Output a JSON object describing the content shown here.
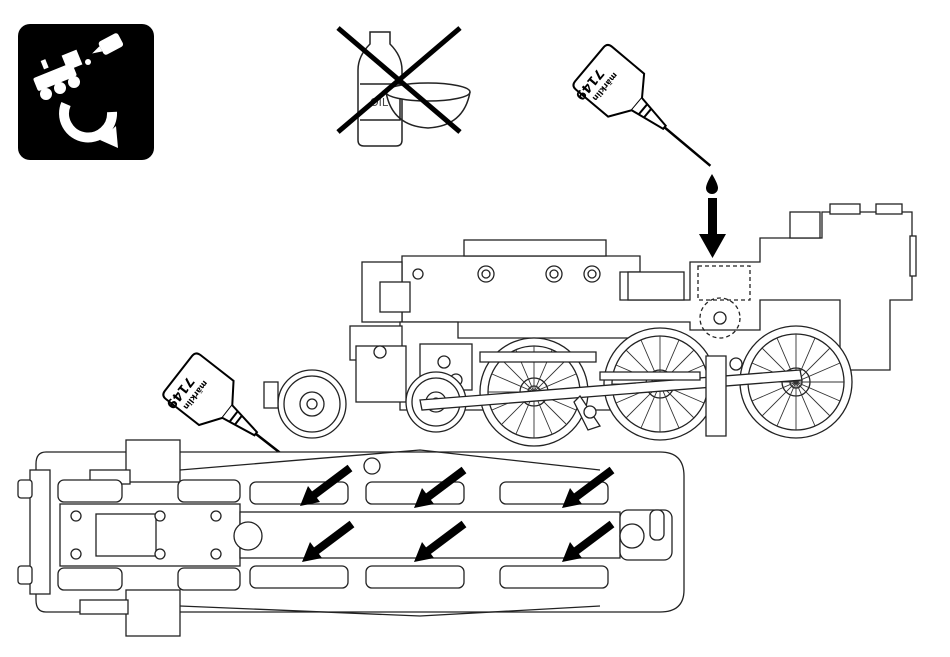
{
  "icons": {
    "service_icon": "locomotive-maintenance-cycle-icon",
    "no_oil_icon": "no-household-oil-icon",
    "oiler_icon": "precision-oiler-icon",
    "oil_drop_icon": "oil-drop-icon",
    "arrow_icon": "arrow-icon"
  },
  "labels": {
    "oil_bottle_text": "OIL",
    "oiler_top_number": "7149",
    "oiler_top_brand": "märklin",
    "oiler_bottom_number": "7149",
    "oiler_bottom_brand": "märklin"
  },
  "colors": {
    "ink": "#000000",
    "line": "#222222",
    "fill_light": "#ffffff",
    "grey": "#777777"
  },
  "lubrication_points": {
    "side_view": 1,
    "underside_view": 6
  }
}
